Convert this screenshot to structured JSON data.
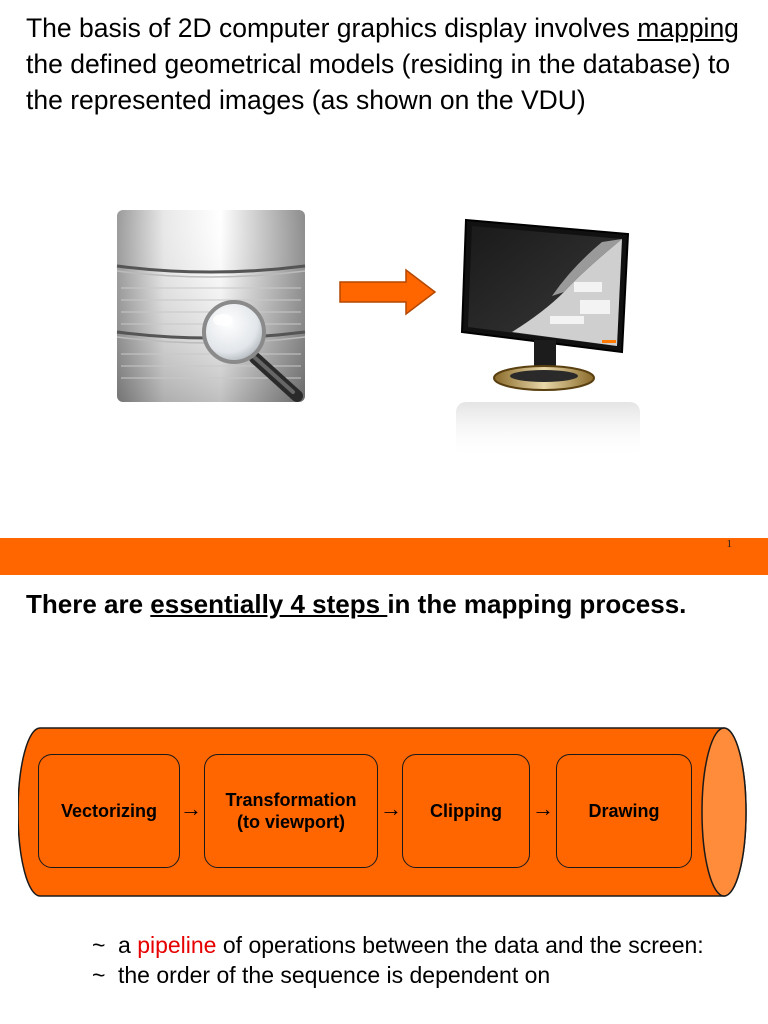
{
  "intro": {
    "before_link": "The basis of 2D computer graphics display involves ",
    "link_word": "mapping",
    "after_link": " the defined geometrical models (residing in the database) to the represented images (as shown on the VDU)"
  },
  "slide_number": "1",
  "heading": {
    "part1": "There are ",
    "underlined": "essentially 4 steps ",
    "part2": "in the mapping process."
  },
  "pipeline": {
    "steps": [
      {
        "line1": "Vectorizing",
        "line2": ""
      },
      {
        "line1": "Transformation",
        "line2": "(to viewport)"
      },
      {
        "line1": "Clipping",
        "line2": ""
      },
      {
        "line1": "Drawing",
        "line2": ""
      }
    ]
  },
  "bullets": [
    {
      "tilde": "~",
      "prefix": " a ",
      "highlight": "pipeline",
      "rest": " of operations between the data and the screen:"
    },
    {
      "tilde": "~",
      "prefix": " the order of the sequence is dependent on",
      "highlight": "",
      "rest": ""
    }
  ],
  "colors": {
    "accent": "#ff6600",
    "highlight": "#e60000"
  },
  "icons": {
    "database": "database-search-icon",
    "arrow": "right-arrow-icon",
    "monitor": "monitor-icon"
  }
}
